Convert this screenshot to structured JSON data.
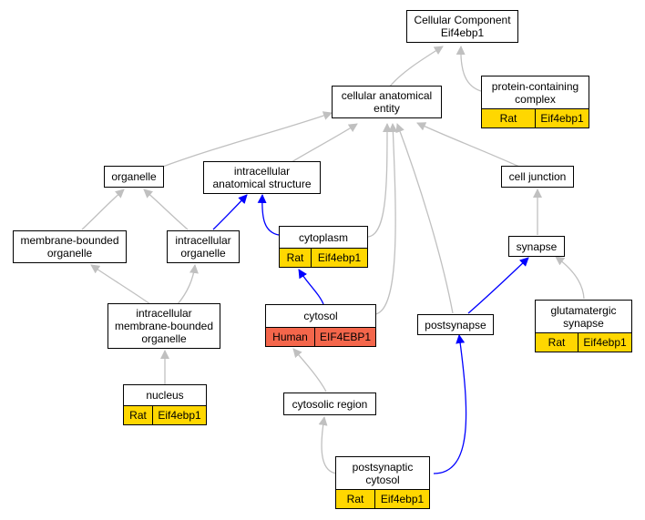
{
  "colors": {
    "gray_edge": "#c0c0c0",
    "blue_edge": "#0000ff",
    "rat_annotation": "#ffd700",
    "human_annotation": "#f4664b"
  },
  "nodes": {
    "root": {
      "lines": [
        "Cellular Component",
        "Eif4ebp1"
      ]
    },
    "cae": {
      "lines": [
        "cellular anatomical",
        "entity"
      ]
    },
    "pcc": {
      "lines": [
        "protein-containing",
        "complex"
      ],
      "ann": [
        "Rat",
        "Eif4ebp1"
      ]
    },
    "organelle": {
      "lines": [
        "organelle"
      ]
    },
    "ias": {
      "lines": [
        "intracellular",
        "anatomical structure"
      ]
    },
    "cj": {
      "lines": [
        "cell junction"
      ]
    },
    "mbo": {
      "lines": [
        "membrane-bounded",
        "organelle"
      ]
    },
    "io": {
      "lines": [
        "intracellular",
        "organelle"
      ]
    },
    "cytoplasm": {
      "lines": [
        "cytoplasm"
      ],
      "ann": [
        "Rat",
        "Eif4ebp1"
      ]
    },
    "synapse": {
      "lines": [
        "synapse"
      ]
    },
    "imbo": {
      "lines": [
        "intracellular",
        "membrane-bounded",
        "organelle"
      ]
    },
    "cytosol": {
      "lines": [
        "cytosol"
      ],
      "ann": [
        "Human",
        "EIF4EBP1"
      ]
    },
    "postsynapse": {
      "lines": [
        "postsynapse"
      ]
    },
    "glut": {
      "lines": [
        "glutamatergic",
        "synapse"
      ],
      "ann": [
        "Rat",
        "Eif4ebp1"
      ]
    },
    "nucleus": {
      "lines": [
        "nucleus"
      ],
      "ann": [
        "Rat",
        "Eif4ebp1"
      ]
    },
    "cr": {
      "lines": [
        "cytosolic region"
      ]
    },
    "psc": {
      "lines": [
        "postsynaptic",
        "cytosol"
      ],
      "ann": [
        "Rat",
        "Eif4ebp1"
      ]
    }
  }
}
